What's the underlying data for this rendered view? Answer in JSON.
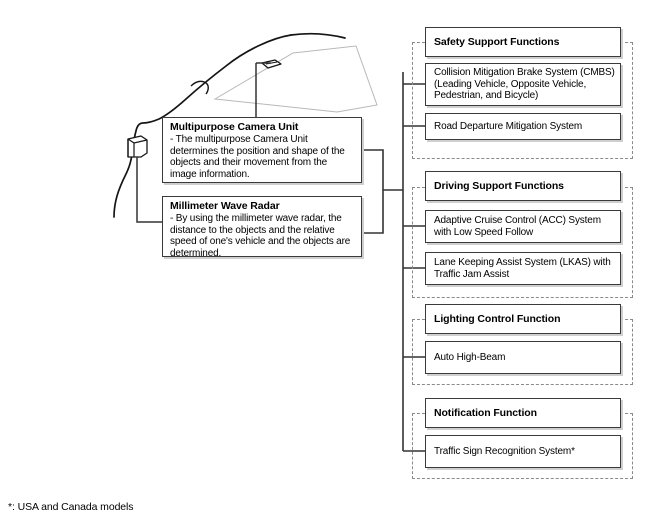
{
  "diagram": {
    "footnote": "*: USA and Canada models",
    "vehicle_labels": {
      "camera_sensor": "camera-sensor-icon",
      "radar_sensor": "radar-sensor-icon",
      "windshield": "windshield-outline",
      "body": "vehicle-body-outline"
    }
  },
  "callouts": [
    {
      "id": "multipurpose-camera-unit",
      "title": "Multipurpose Camera Unit",
      "body": "- The multipurpose Camera Unit determines the position and shape of the objects and their movement from the image information."
    },
    {
      "id": "millimeter-wave-radar",
      "title": "Millimeter Wave Radar",
      "body": "- By using the millimeter wave radar, the distance to the objects and the relative speed of one's vehicle and the objects are determined."
    }
  ],
  "groups": [
    {
      "id": "safety-support-functions",
      "header": "Safety Support Functions",
      "items": [
        "Collision Mitigation Brake System (CMBS) (Leading Vehicle, Opposite Vehicle, Pedestrian, and Bicycle)",
        "Road Departure Mitigation System"
      ]
    },
    {
      "id": "driving-support-functions",
      "header": "Driving Support Functions",
      "items": [
        "Adaptive Cruise Control (ACC) System with Low Speed Follow",
        "Lane Keeping Assist System (LKAS) with Traffic Jam Assist"
      ]
    },
    {
      "id": "lighting-control-function",
      "header": "Lighting Control Function",
      "items": [
        "Auto High-Beam"
      ]
    },
    {
      "id": "notification-function",
      "header": "Notification Function",
      "items": [
        "Traffic Sign Recognition System*"
      ]
    }
  ],
  "colors": {
    "box_border": "#3a3a3a",
    "box_shadow": "#cfcfcf",
    "group_border": "#8a8a8a",
    "connector": "#333333",
    "vehicle_outline": "#1a1a1a",
    "windshield_outline": "#b0b0b0",
    "background": "#ffffff"
  }
}
